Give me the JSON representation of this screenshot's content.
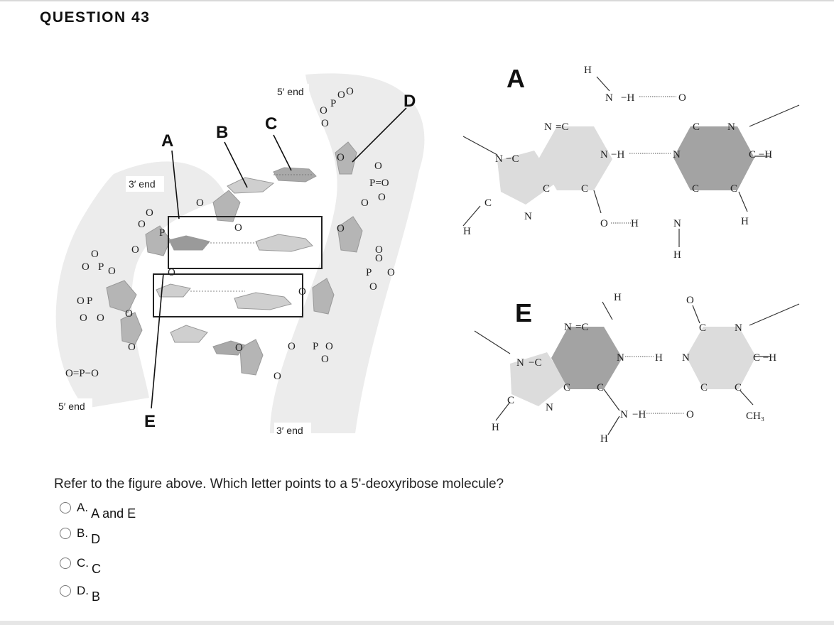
{
  "question_title": "QUESTION 43",
  "question_text": "Refer to the figure above. Which letter points to a 5'-deoxyribose molecule?",
  "choices": [
    {
      "letter": "A.",
      "text": "A and E"
    },
    {
      "letter": "B.",
      "text": "D"
    },
    {
      "letter": "C.",
      "text": "C"
    },
    {
      "letter": "D.",
      "text": "B"
    }
  ],
  "figure": {
    "helix_labels": {
      "a": "A",
      "b": "B",
      "c": "C",
      "d": "D",
      "e": "E"
    },
    "ends": {
      "top_center": "5′ end",
      "left": "3′ end",
      "bottom_left": "5′ end",
      "bottom_center": "3′ end"
    },
    "pair_labels": {
      "top": "A",
      "bottom": "E"
    }
  },
  "colors": {
    "backbone": "#ececec",
    "sugar": "#b5b5b5",
    "base": "#c9c9c9",
    "ring_dark": "#9e9e9e",
    "ring_light": "#dcdcdc"
  }
}
